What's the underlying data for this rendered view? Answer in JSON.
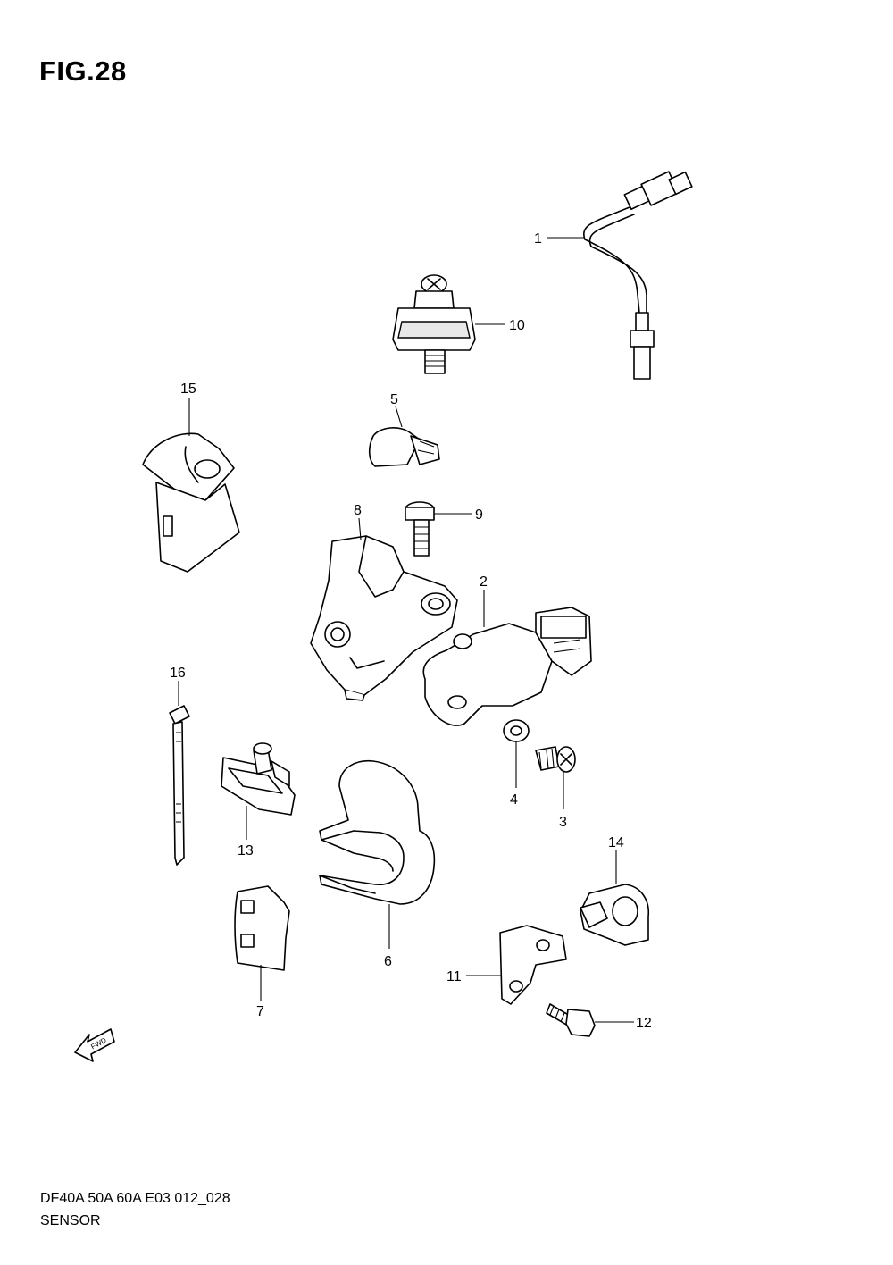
{
  "figure": {
    "title": "FIG.28"
  },
  "footer": {
    "model": "DF40A 50A 60A E03 012_028",
    "name": "SENSOR"
  },
  "fwd_label": "FWD",
  "callouts": [
    "1",
    "2",
    "3",
    "4",
    "5",
    "6",
    "7",
    "8",
    "9",
    "10",
    "11",
    "12",
    "13",
    "14",
    "15",
    "16"
  ]
}
